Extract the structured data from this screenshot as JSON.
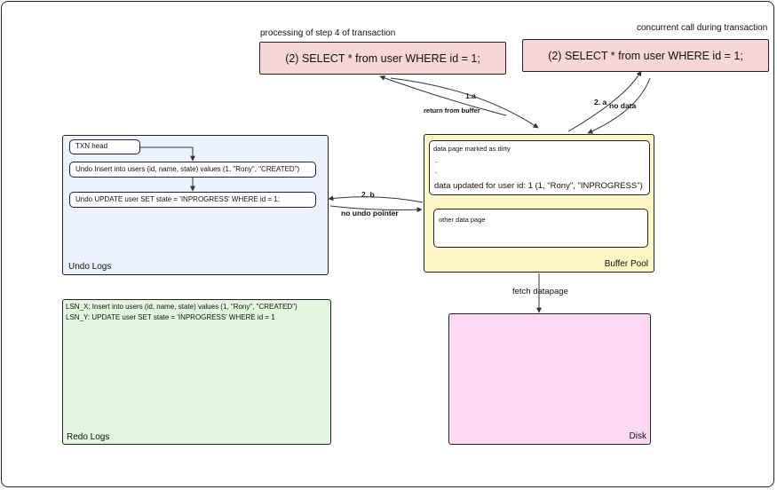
{
  "captions": {
    "left_query": "processing of step 4 of transaction",
    "right_query": "concurrent call during transaction"
  },
  "queries": {
    "left": "(2) SELECT * from user WHERE id = 1;",
    "right": "(2) SELECT * from user WHERE id = 1;"
  },
  "arrows": {
    "a1_label": "1.a",
    "a1_sub": "return from buffer",
    "a2_label": "2. a",
    "a2_sub": "no data",
    "b2_label": "2. b",
    "b2_sub": "no undo pointer",
    "fetch": "fetch datapage"
  },
  "undo_logs": {
    "title": "Undo Logs",
    "txn_head": "TXN head",
    "entry1": "Undo Insert into users (id, name, state) values (1, \"Rony\", \"CREATED\")",
    "entry2": "Undo UPDATE user SET state = 'INPROGRESS' WHERE id = 1;"
  },
  "buffer_pool": {
    "title": "Buffer Pool",
    "dirty_title": "data page marked as dirty",
    "dot1": ".",
    "dot2": ".",
    "dirty_data": "data updated for user id: 1 (1, \"Rony\", \"INPROGRESS\")",
    "other_page": "other data page"
  },
  "redo_logs": {
    "title": "Redo Logs",
    "line1": "LSN_X: Insert into users (id, name, state) values (1, \"Rony\", \"CREATED\")",
    "line2": "LSN_Y: UPDATE user SET state = 'INPROGRESS' WHERE id = 1"
  },
  "disk": {
    "title": "Disk"
  },
  "colors": {
    "query_bg": "#f7d6d6",
    "undo_bg": "#eaf3fd",
    "buffer_bg": "#fbf6c4",
    "redo_bg": "#e2f7df",
    "disk_bg": "#fdd9f6"
  }
}
